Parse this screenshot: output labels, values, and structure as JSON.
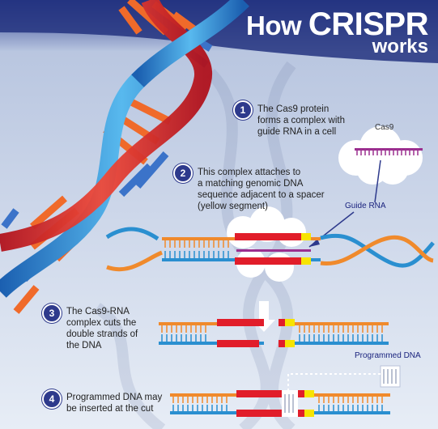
{
  "title": {
    "part1": "How",
    "part2": "CRISPR",
    "part3": "works"
  },
  "steps": [
    {
      "number": "1",
      "text": "The Cas9 protein\nforms a complex with\nguide RNA in a cell"
    },
    {
      "number": "2",
      "text": "This complex attaches to\na matching genomic DNA\nsequence adjacent to a spacer\n(yellow segment)"
    },
    {
      "number": "3",
      "text": "The Cas9-RNA\ncomplex cuts the\ndouble strands of\nthe DNA"
    },
    {
      "number": "4",
      "text": "Programmed DNA may\nbe inserted at the cut"
    }
  ],
  "labels": {
    "cas9": "Cas9",
    "guide_rna": "Guide RNA",
    "programmed_dna": "Programmed DNA"
  },
  "colors": {
    "navy": "#2e3a8c",
    "orange": "#f08a2c",
    "blue": "#2a8fd0",
    "red": "#e11d2a",
    "yellow": "#f7e400",
    "purple": "#9b2f8f"
  }
}
